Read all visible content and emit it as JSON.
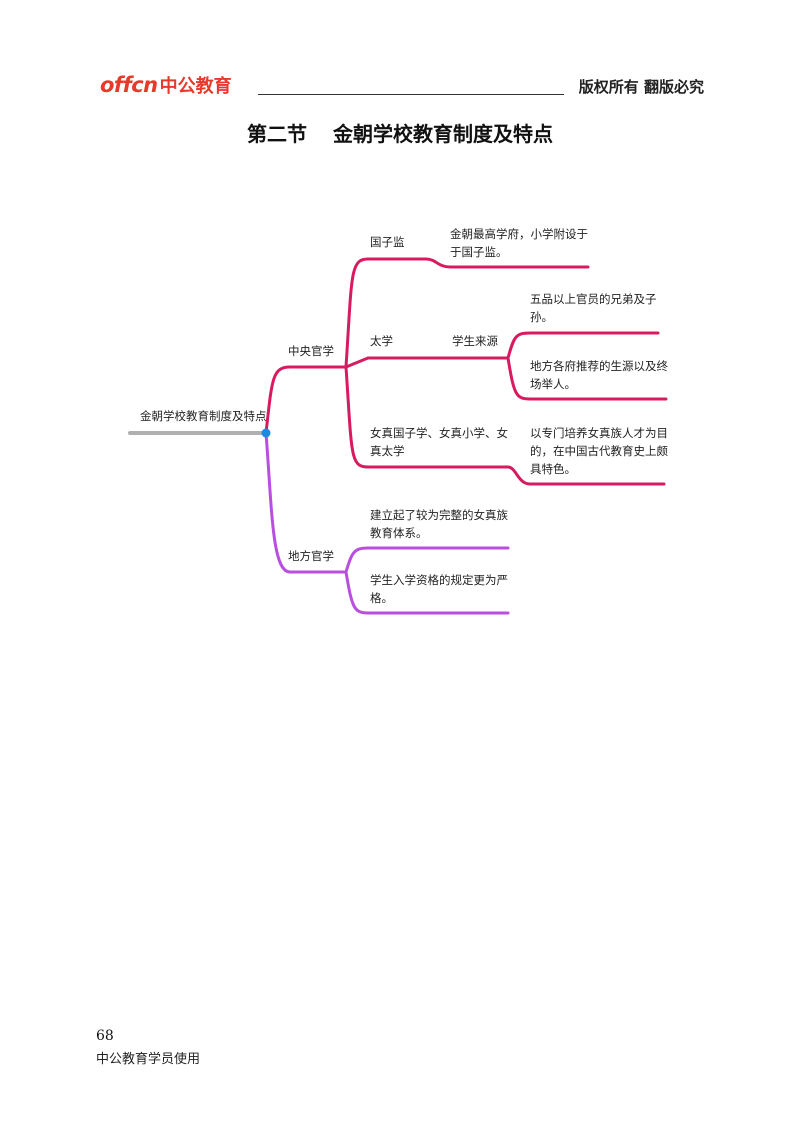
{
  "header": {
    "logo_en": "offcn",
    "logo_cn": "中公教育",
    "copyright": "版权所有  翻版必究"
  },
  "page_title": {
    "section": "第二节",
    "heading": "金朝学校教育制度及特点"
  },
  "mindmap": {
    "root": "金朝学校教育制度及特点",
    "central": {
      "label": "中央官学",
      "guozijian": {
        "label": "国子监",
        "desc_lines": [
          "金朝最高学府，小学附设于",
          "于国子监。"
        ]
      },
      "taixue": {
        "label": "太学",
        "sub": "学生来源",
        "source1_lines": [
          "五品以上官员的兄弟及子",
          "孙。"
        ],
        "source2_lines": [
          "地方各府推荐的生源以及终",
          "场举人。"
        ]
      },
      "nuzhen": {
        "label_lines": [
          "女真国子学、女真小学、女",
          "真太学"
        ],
        "desc_lines": [
          "以专门培养女真族人才为目",
          "的，在中国古代教育史上颇",
          "具特色。"
        ]
      }
    },
    "local": {
      "label": "地方官学",
      "item1_lines": [
        "建立起了较为完整的女真族",
        "教育体系。"
      ],
      "item2_lines": [
        "学生入学资格的规定更为严",
        "格。"
      ]
    },
    "colors": {
      "central": "#d81b60",
      "local": "#b84fe0",
      "root": "#b0b0b0",
      "node": "#1e88e5"
    }
  },
  "footer": {
    "page_number": "68",
    "note": "中公教育学员使用"
  }
}
